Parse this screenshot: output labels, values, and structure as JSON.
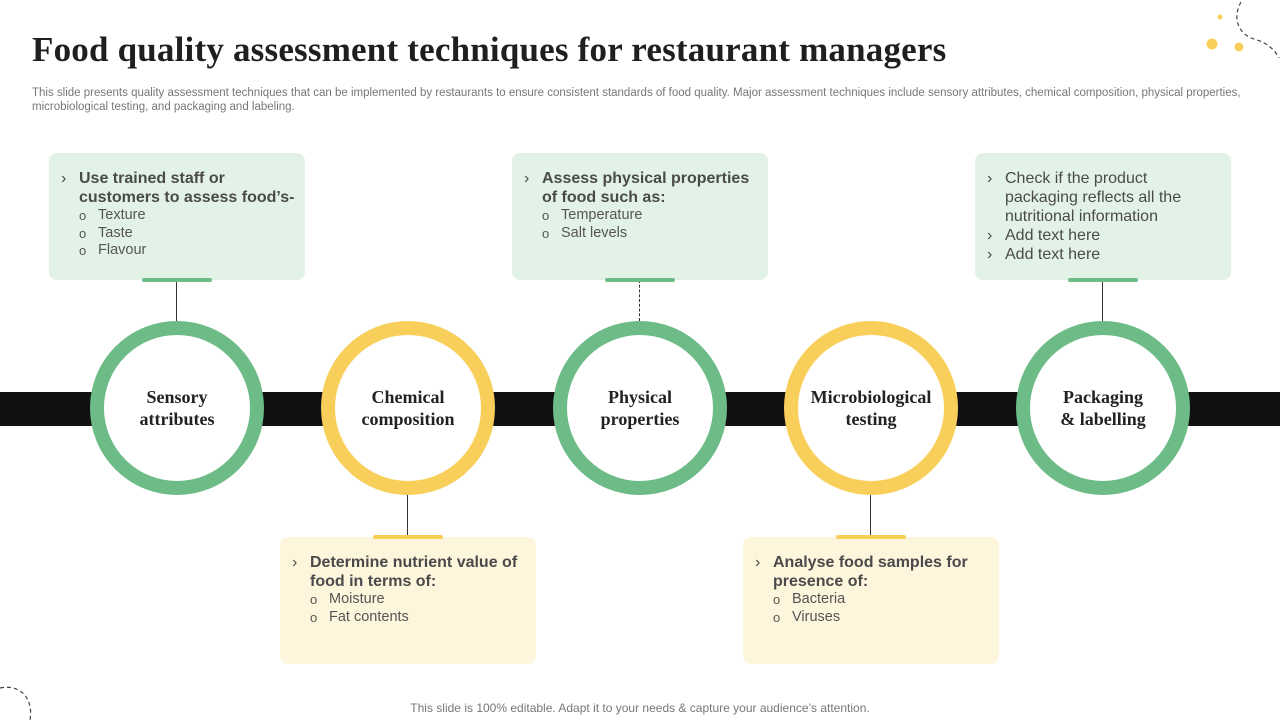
{
  "title": "Food quality assessment techniques for restaurant managers",
  "subtitle": "This slide presents quality assessment techniques that can be implemented by restaurants to ensure consistent standards of food quality. Major assessment techniques include sensory attributes, chemical composition, physical properties, microbiological testing, and packaging and labeling.",
  "footer": "This slide is 100% editable. Adapt it to your needs & capture your audience’s attention.",
  "colors": {
    "green": "#6dbb86",
    "yellow": "#f9cf5b",
    "band": "#111111"
  },
  "steps": [
    {
      "label": "Sensory\nattributes",
      "color": "green",
      "box": {
        "bullets": [
          {
            "text": "Use trained staff or customers to assess food’s-",
            "bold": true,
            "subs": [
              "Texture",
              "Taste",
              "Flavour"
            ]
          }
        ]
      }
    },
    {
      "label": "Chemical\ncomposition",
      "color": "yellow",
      "box": {
        "bullets": [
          {
            "text": "Determine nutrient value of food in terms of:",
            "bold": true,
            "subs": [
              "Moisture",
              "Fat contents"
            ]
          }
        ]
      }
    },
    {
      "label": "Physical\nproperties",
      "color": "green",
      "box": {
        "bullets": [
          {
            "text": "Assess physical properties of food such as:",
            "bold": true,
            "subs": [
              "Temperature",
              "Salt levels"
            ]
          }
        ]
      }
    },
    {
      "label": "Microbiological\ntesting",
      "color": "yellow",
      "box": {
        "bullets": [
          {
            "text": "Analyse food samples for presence of:",
            "bold": true,
            "subs": [
              "Bacteria",
              "Viruses"
            ]
          }
        ]
      }
    },
    {
      "label": "Packaging\n& labelling",
      "color": "green",
      "box": {
        "bullets": [
          {
            "text": "Check if the product packaging reflects all the nutritional information",
            "bold": false,
            "subs": []
          },
          {
            "text": "Add text here",
            "bold": false,
            "subs": []
          },
          {
            "text": "Add text here",
            "bold": false,
            "subs": []
          }
        ]
      }
    }
  ],
  "glyphs": {
    "chevron": "›",
    "ring": "o"
  }
}
